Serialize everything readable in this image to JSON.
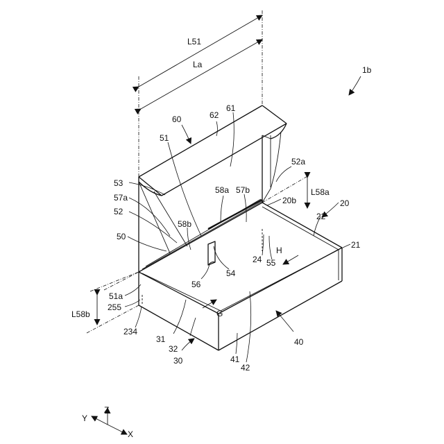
{
  "figure": {
    "ref": "1b",
    "dimensions": {
      "l51": "L51",
      "la": "La",
      "l58a": "L58a",
      "l58b": "L58b"
    },
    "labels": {
      "n20": "20",
      "n20b": "20b",
      "n21": "21",
      "n22": "22",
      "n24": "24",
      "n30": "30",
      "n31": "31",
      "n32": "32",
      "n40": "40",
      "n41": "41",
      "n42": "42",
      "n50": "50",
      "n51": "51",
      "n51a": "51a",
      "n52": "52",
      "n52a": "52a",
      "n53": "53",
      "n54": "54",
      "n55": "55",
      "n56": "56",
      "n57a": "57a",
      "n57b": "57b",
      "n58a": "58a",
      "n58b": "58b",
      "n60": "60",
      "n61": "61",
      "n62": "62",
      "n234": "234",
      "n255": "255"
    },
    "directions": {
      "g": "G",
      "h": "H"
    },
    "axes": {
      "x": "X",
      "y": "Y",
      "z": "Z"
    }
  }
}
